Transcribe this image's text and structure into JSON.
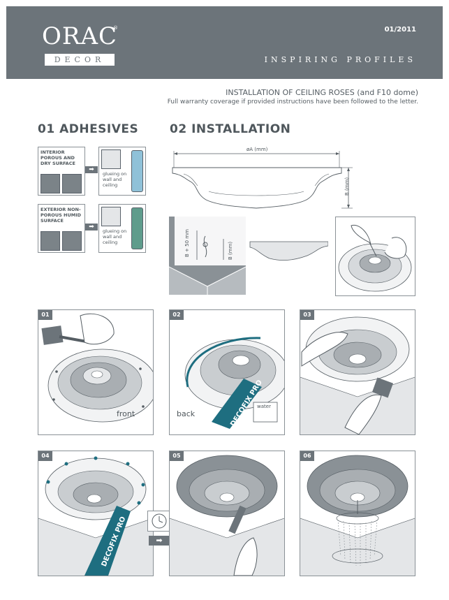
{
  "header": {
    "logo_main": "ORAC",
    "logo_reg": "®",
    "logo_sub": "DECOR",
    "issue": "01/2011",
    "tagline": "INSPIRING PROFILES"
  },
  "title": {
    "main": "INSTALLATION OF CEILING ROSES (and F10 dome)",
    "sub": "Full warranty coverage if provided instructions have been followed to the letter."
  },
  "sections": {
    "adhesives": "01 ADHESIVES",
    "installation": "02 INSTALLATION"
  },
  "adhesives": [
    {
      "label": "INTERIOR POROUS AND DRY SURFACE",
      "glue": "glueing on wall and ceiling",
      "product_color": "#8fc1d8"
    },
    {
      "label": "EXTERIOR NON-POROUS HUMID SURFACE",
      "glue": "glueing on wall and ceiling",
      "product_color": "#5f9c8c"
    }
  ],
  "dimensions": {
    "diameter": "øA (mm)",
    "height": "B (mm)",
    "offset": "B + 50 mm",
    "offset_height": "B (mm)"
  },
  "steps": [
    {
      "num": "01",
      "caption": "front"
    },
    {
      "num": "02",
      "caption": "back",
      "product": "DECOFIX PRO",
      "badge": "water"
    },
    {
      "num": "03"
    },
    {
      "num": "04",
      "product": "DECOFIX PRO"
    },
    {
      "num": "05"
    },
    {
      "num": "06"
    }
  ],
  "colors": {
    "header": "#6c747a",
    "product_teal": "#1e6e80",
    "ceiling_gray": "#8a9196"
  }
}
